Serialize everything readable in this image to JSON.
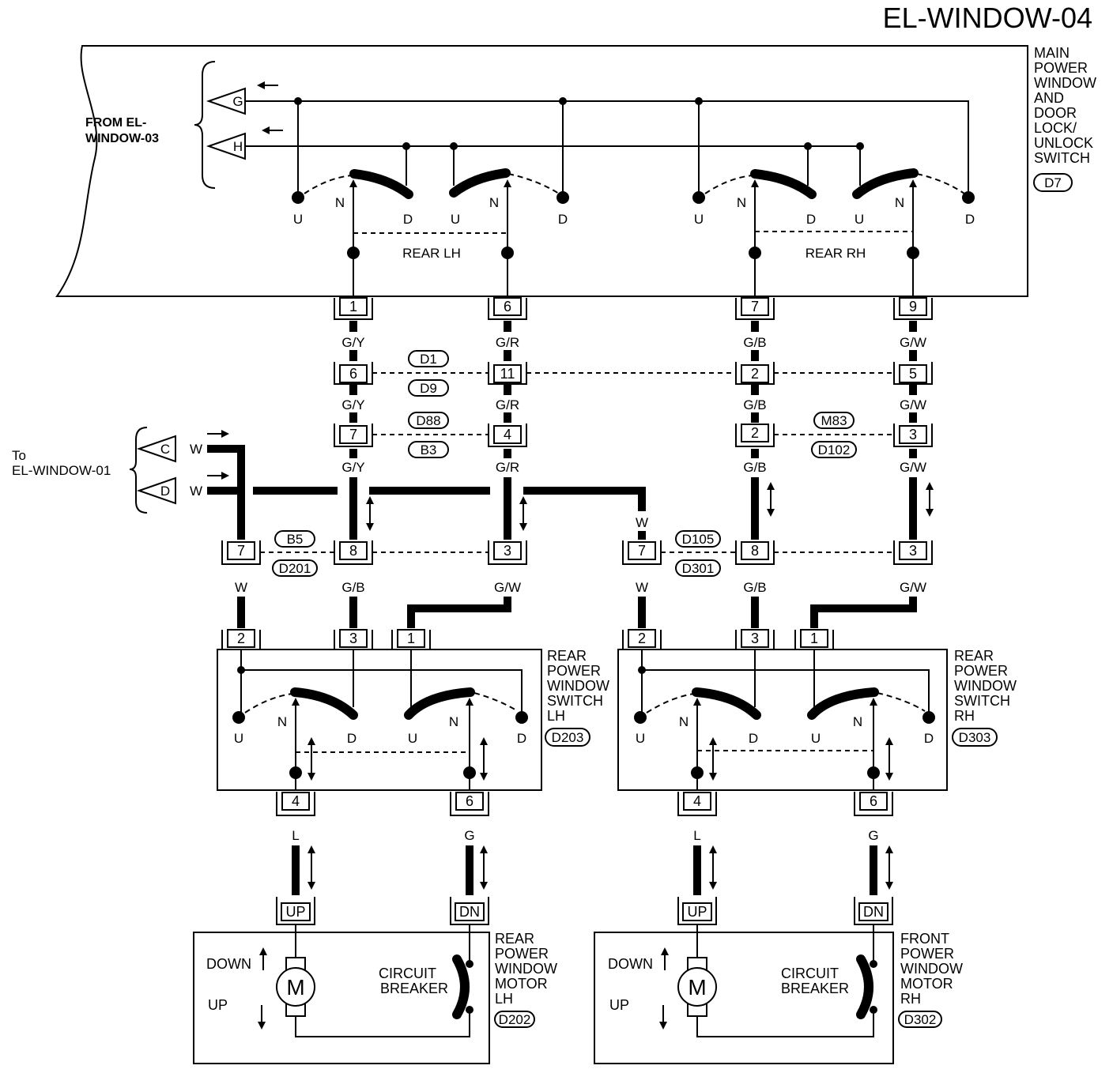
{
  "title": "EL-WINDOW-04",
  "from_label": [
    "FROM EL-",
    "WINDOW-03"
  ],
  "to_label": [
    "To",
    "EL-WINDOW-01"
  ],
  "main_switch": {
    "label": [
      "MAIN",
      "POWER",
      "WINDOW",
      "AND",
      "DOOR",
      "LOCK/",
      "UNLOCK",
      "SWITCH"
    ],
    "code": "D7",
    "rear_lh": "REAR LH",
    "rear_rh": "REAR RH",
    "terminals": [
      "1",
      "6",
      "7",
      "9"
    ]
  },
  "inputs": {
    "g": "G",
    "h": "H",
    "c": "C",
    "d": "D"
  },
  "positions": {
    "u": "U",
    "n": "N",
    "d": "D"
  },
  "wires": {
    "gy": "G/Y",
    "gr": "G/R",
    "gb": "G/B",
    "gw": "G/W",
    "w": "W",
    "l": "L",
    "g": "G"
  },
  "connectors": {
    "row1": [
      "6",
      "11",
      "2",
      "5"
    ],
    "row1_codes": [
      "D1",
      "D9"
    ],
    "row2": [
      "7",
      "4",
      "2",
      "3"
    ],
    "row2_codes_left": [
      "D88",
      "B3"
    ],
    "row2_codes_right": [
      "M83",
      "D102"
    ],
    "row3": [
      "7",
      "8",
      "3",
      "7",
      "8",
      "3"
    ],
    "row3_codes_left": [
      "B5",
      "D201"
    ],
    "row3_codes_right": [
      "D105",
      "D301"
    ]
  },
  "rear_switch_lh": {
    "label": [
      "REAR",
      "POWER",
      "WINDOW",
      "SWITCH",
      "LH"
    ],
    "code": "D203",
    "top_terminals": [
      "2",
      "3",
      "1"
    ],
    "bottom_terminals": [
      "4",
      "6"
    ]
  },
  "rear_switch_rh": {
    "label": [
      "REAR",
      "POWER",
      "WINDOW",
      "SWITCH",
      "RH"
    ],
    "code": "D303",
    "top_terminals": [
      "2",
      "3",
      "1"
    ],
    "bottom_terminals": [
      "4",
      "6"
    ]
  },
  "motor_lh": {
    "label": [
      "REAR",
      "POWER",
      "WINDOW",
      "MOTOR",
      "LH"
    ],
    "code": "D202",
    "up_term": "UP",
    "dn_term": "DN",
    "down": "DOWN",
    "up": "UP",
    "motor": "M",
    "breaker": [
      "CIRCUIT",
      "BREAKER"
    ]
  },
  "motor_rh": {
    "label": [
      "FRONT",
      "POWER",
      "WINDOW",
      "MOTOR",
      "RH"
    ],
    "code": "D302",
    "up_term": "UP",
    "dn_term": "DN",
    "down": "DOWN",
    "up": "UP",
    "motor": "M",
    "breaker": [
      "CIRCUIT",
      "BREAKER"
    ]
  }
}
